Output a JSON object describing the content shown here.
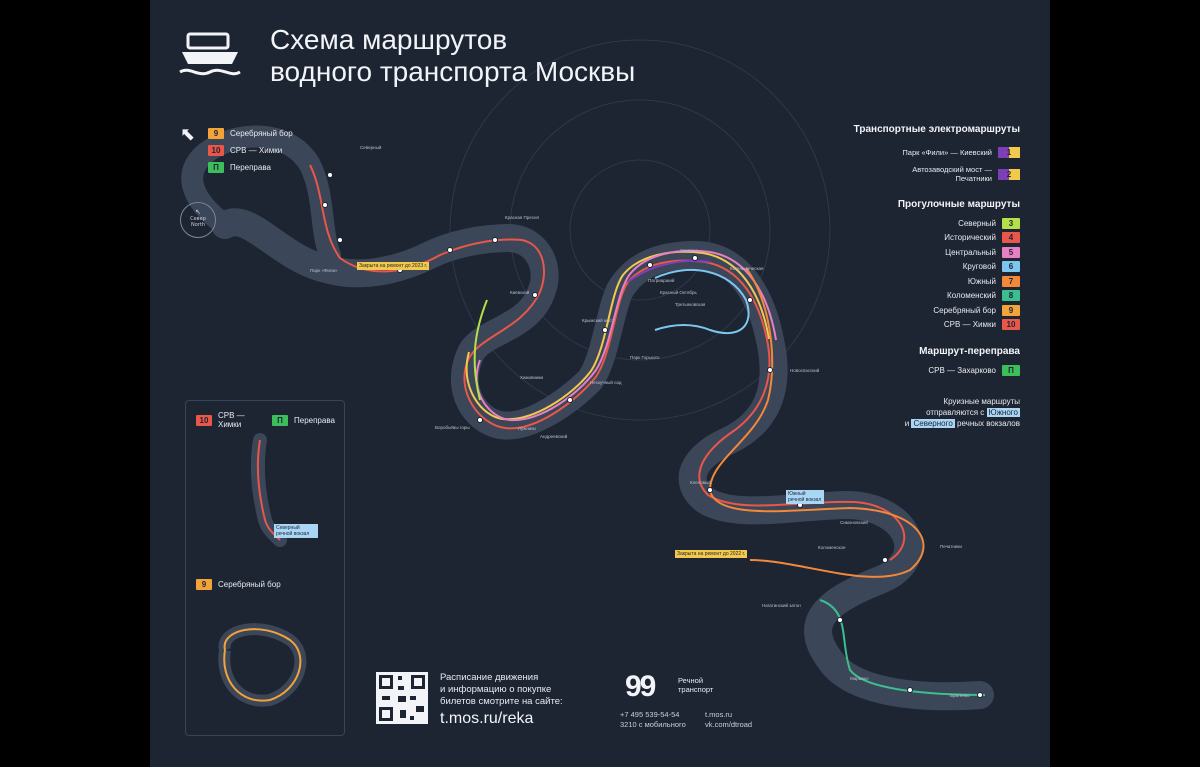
{
  "title": {
    "line1": "Схема маршрутов",
    "line2": "водного транспорта Москвы"
  },
  "legend_top": [
    {
      "badge": "9",
      "color": "#f2a43a",
      "label": "Серебряный бор"
    },
    {
      "badge": "10",
      "color": "#e8574a",
      "label": "СРВ — Химки"
    },
    {
      "badge": "П",
      "color": "#3cbf5a",
      "label": "Переправа"
    }
  ],
  "compass": {
    "line1": "Север",
    "line2": "North"
  },
  "electric": {
    "heading": "Транспортные электромаршруты",
    "items": [
      {
        "label": "Парк «Фили» — Киевский",
        "badge": "1"
      },
      {
        "label": "Автозаводский мост — Печатники",
        "badge": "2"
      }
    ]
  },
  "walk": {
    "heading": "Прогулочные маршруты",
    "items": [
      {
        "label": "Северный",
        "badge": "3",
        "color": "#b6e04a"
      },
      {
        "label": "Исторический",
        "badge": "4",
        "color": "#e8574a"
      },
      {
        "label": "Центральный",
        "badge": "5",
        "color": "#e77fc3"
      },
      {
        "label": "Круговой",
        "badge": "6",
        "color": "#7cc6f0"
      },
      {
        "label": "Южный",
        "badge": "7",
        "color": "#f2883a"
      },
      {
        "label": "Коломенский",
        "badge": "8",
        "color": "#3cbf8f"
      },
      {
        "label": "Серебряный бор",
        "badge": "9",
        "color": "#f2a43a"
      },
      {
        "label": "СРВ — Химки",
        "badge": "10",
        "color": "#e8574a"
      }
    ]
  },
  "ferry": {
    "heading": "Маршрут-переправа",
    "label": "СРВ — Захарково",
    "badge": "П"
  },
  "cruise_note": {
    "line1": "Круизные маршруты",
    "line2a": "отправляются с ",
    "line2b": "Южного",
    "line3a": "и ",
    "line3b": "Северного",
    "line3c": " речных вокзалов"
  },
  "inset1": {
    "badge1": "10",
    "label1": "СРВ — Химки",
    "badge2": "П",
    "label2": "Переправа",
    "station": "Северный речной вокзал"
  },
  "inset2": {
    "badge": "9",
    "label": "Серебряный бор"
  },
  "south_station": "Южный речной вокзал",
  "closed_labels": [
    "Закрыта на ремонт до 2023 г.",
    "Закрыта на ремонт до 2022 г."
  ],
  "footer": {
    "line1": "Расписание движения",
    "line2": "и информацию о покупке",
    "line3": "билетов смотрите на сайте:",
    "url": "t.mos.ru/reka",
    "brand_line1": "Речной",
    "brand_line2": "транспорт",
    "phone": "+7 495 539-54-54",
    "short": "3210 с мобильного",
    "site": "t.mos.ru",
    "vk": "vk.com/dtroad"
  },
  "map_labels": [
    "Парк «Фили»",
    "Киевский",
    "Красная Пресня",
    "Парк Горького",
    "Воробьёвы горы",
    "Новоспасский",
    "Печатники",
    "Коломенское",
    "Кленовый",
    "Андреевский",
    "Крымский мост",
    "Нескучный сад",
    "Лужники",
    "Хамовники",
    "Патриарший",
    "Красный Октябрь",
    "Зарядье",
    "Котельническая",
    "Третьяковская",
    "Симоновский",
    "Северный",
    "Братеево",
    "Марьино",
    "Нагатинский затон"
  ]
}
